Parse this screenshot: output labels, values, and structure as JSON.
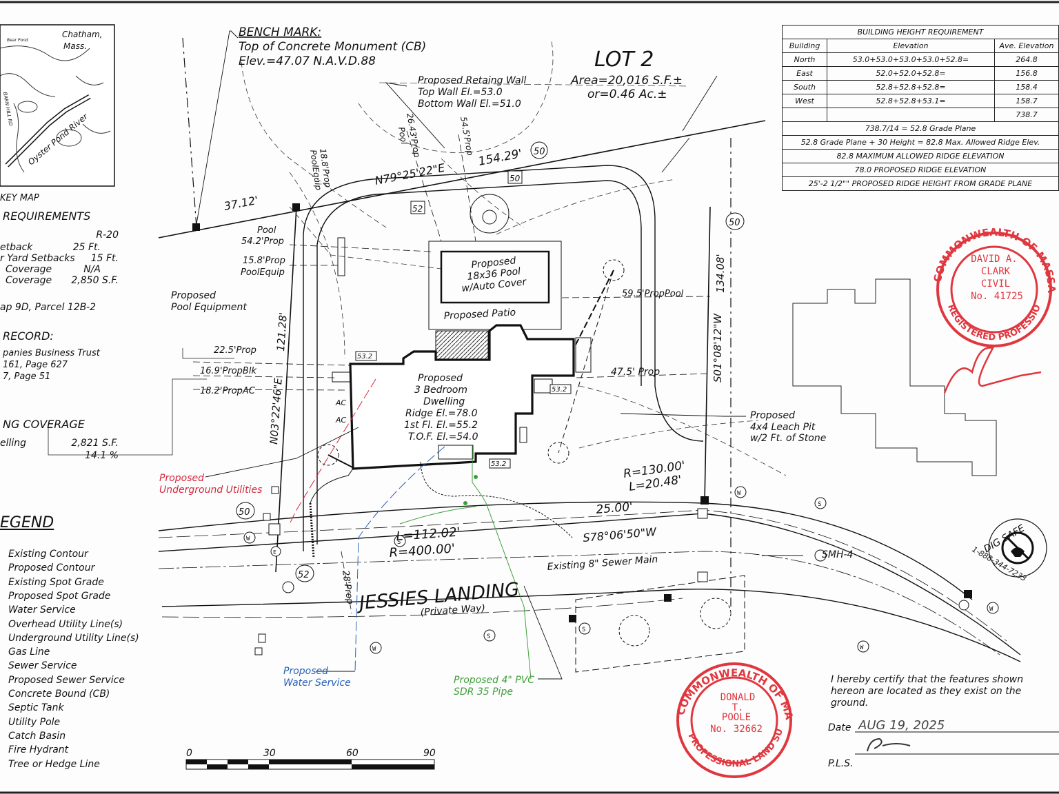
{
  "key_map": {
    "place": "Chatham,",
    "state": "Mass.",
    "pond_label": "Bear Pond",
    "road_label": "BARN HILL RD",
    "river_label": "Oyster Pond River",
    "caption": "KEY MAP"
  },
  "zoning": {
    "heading": "REQUIREMENTS",
    "rows": [
      {
        "label": "",
        "value": "R-20"
      },
      {
        "label": "etback",
        "value": "25 Ft."
      },
      {
        "label": "r Yard Setbacks",
        "value": "15 Ft."
      },
      {
        "label": "Coverage",
        "value": "N/A"
      },
      {
        "label": "Coverage",
        "value": "2,850 S.F."
      }
    ],
    "map_parcel": "ap 9D, Parcel 12B-2",
    "record_heading": "RECORD:",
    "record_lines": [
      "panies Business Trust",
      "161, Page 627",
      "7, Page 51"
    ]
  },
  "coverage": {
    "heading": "NG COVERAGE",
    "rows": [
      {
        "label": "elling",
        "value": "2,821 S.F."
      },
      {
        "label": "",
        "value": "14.1 %"
      }
    ]
  },
  "legend": {
    "heading": "EGEND",
    "items": [
      "Existing Contour",
      "Proposed Contour",
      "Existing Spot Grade",
      "Proposed Spot Grade",
      "Water Service",
      "Overhead Utility Line(s)",
      "Underground Utility Line(s)",
      "Gas Line",
      "Sewer Service",
      "Proposed Sewer Service",
      "Concrete Bound (CB)",
      "Septic Tank",
      "Utility Pole",
      "Catch Basin",
      "Fire Hydrant",
      "Tree or Hedge Line"
    ]
  },
  "height_table": {
    "title": "BUILDING HEIGHT REQUIREMENT",
    "headers": [
      "Building",
      "Elevation",
      "Ave. Elevation"
    ],
    "rows": [
      [
        "North",
        "53.0+53.0+53.0+53.0+52.8=",
        "264.8"
      ],
      [
        "East",
        "52.0+52.0+52.8=",
        "156.8"
      ],
      [
        "South",
        "52.8+52.8+52.8=",
        "158.4"
      ],
      [
        "West",
        "52.8+52.8+53.1=",
        "158.7"
      ],
      [
        "",
        "",
        "738.7"
      ]
    ],
    "grade_plane": "738.7/14 = 52.8 Grade Plane",
    "max_ridge_calc": "52.8 Grade Plane + 30 Height = 82.8 Max. Allowed Ridge Elev.",
    "max_ridge": "82.8 MAXIMUM ALLOWED RIDGE ELEVATION",
    "proposed_ridge": "78.0 PROPOSED RIDGE ELEVATION",
    "ridge_height": "25'-2 1/2\"\" PROPOSED RIDGE HEIGHT FROM GRADE PLANE"
  },
  "plan": {
    "bench_mark_title": "BENCH MARK:",
    "bench_mark_line1": "Top of Concrete Monument (CB)",
    "bench_mark_line2": "Elev.=47.07 N.A.V.D.88",
    "lot_title": "LOT 2",
    "lot_area": "Area=20,016 S.F.±",
    "lot_acres": "or=0.46 Ac.±",
    "wall_line1": "Proposed Retaing Wall",
    "wall_line2": "Top Wall El.=53.0",
    "wall_line3": "Bottom Wall El.=51.0",
    "pool_dim1": "26.43'Prop",
    "pool_dim1b": "Pool",
    "pool_dim2": "54.5'Prop",
    "pool_equip_dim": "18.8'Prop",
    "pool_equip_dim_b": "PoolEquip",
    "north_bearing": "N79°25'22\"E",
    "north_distance": "154.29'",
    "west_segment": "37.12'",
    "pool_side_a": "Pool",
    "pool_side_b": "54.2'Prop",
    "pool_equip_side_a": "15.8'Prop",
    "pool_equip_side_b": "PoolEquip",
    "pool_equipment_a": "Proposed",
    "pool_equipment_b": "Pool Equipment",
    "pool_label1": "Proposed",
    "pool_label2": "18x36 Pool",
    "pool_label3": "w/Auto Cover",
    "patio_label": "Proposed Patio",
    "pool_east_dim": "59.5'PropPool",
    "east_bearing": "S01°08'12\"W",
    "east_distance": "134.08'",
    "west_bearing": "N03°22'46\"E",
    "west_distance": "121.28'",
    "dim_225": "22.5'Prop",
    "dim_169": "16.9'PropBlk",
    "dim_182": "18.2'PropAC",
    "house_1": "Proposed",
    "house_2": "3 Bedroom",
    "house_3": "Dwelling",
    "house_4": "Ridge El.=78.0",
    "house_5": "1st Fl. El.=55.2",
    "house_6": "T.O.F. El.=54.0",
    "dim_475": "47.5' Prop",
    "spot_532a": "53.2",
    "spot_532b": "53.2",
    "spot_532c": "53.2",
    "ac_a": "AC",
    "ac_b": "AC",
    "leach_1": "Proposed",
    "leach_2": "4x4 Leach Pit",
    "leach_3": "w/2 Ft. of Stone",
    "util_1": "Proposed",
    "util_2": "Underground Utilities",
    "curve_r": "R=130.00'",
    "curve_l": "L=20.48'",
    "front_dist": "25.00'",
    "front_bearing": "S78°06'50\"W",
    "road_l": "L=112.02'",
    "road_r": "R=400.00'",
    "sewer_main": "Existing 8\" Sewer Main",
    "smh": "SMH-4",
    "street_name": "JESSIES LANDING",
    "street_sub": "(Private Way)",
    "dim_28": "28'Prop",
    "water_1": "Proposed",
    "water_2": "Water Service",
    "pvc_1": "Proposed 4\" PVC",
    "pvc_2": "SDR 35 Pipe",
    "contour_50a": "50",
    "contour_50b": "50",
    "contour_50c": "50",
    "contour_50d": "50",
    "contour_52a": "52",
    "contour_52b": "52",
    "scale_ticks": [
      "0",
      "30",
      "60",
      "90"
    ],
    "cert_1": "I hereby certify that the features shown",
    "cert_2": "hereon are located as they exist on the",
    "cert_3": "ground.",
    "date_label": "Date",
    "date_value": "AUG 19, 2025",
    "pls_label": "P.L.S.",
    "dig_safe_1": "DIG SAFE",
    "dig_safe_2": "1-888-344-7233"
  },
  "stamp_engineer": {
    "ring_top": "COMMONWEALTH OF MASSACHUSETTS",
    "ring_bottom": "REGISTERED PROFESSIONAL ENGINEER",
    "name1": "DAVID A.",
    "name2": "CLARK",
    "discipline": "CIVIL",
    "number": "No. 41725"
  },
  "stamp_surveyor": {
    "ring_top": "COMMONWEALTH OF MASSACHUSETTS",
    "ring_bottom": "PROFESSIONAL LAND SURVEYOR",
    "name1": "DONALD",
    "name2": "T.",
    "name3": "POOLE",
    "number": "No. 32662"
  },
  "colors": {
    "ink": "#111111",
    "stamp_red": "#e0373f",
    "utility_red": "#d4283c",
    "water_blue": "#2a62b8",
    "pvc_green": "#3f9e3a"
  }
}
